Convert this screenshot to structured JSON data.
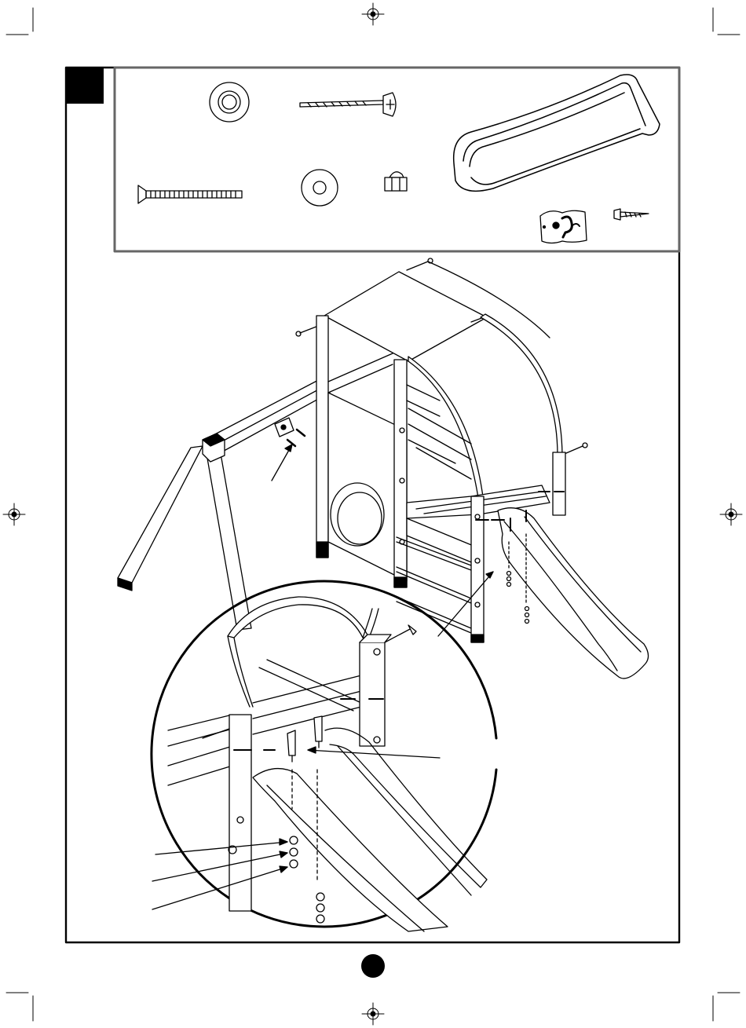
{
  "step": {
    "number": ""
  },
  "page": {
    "number": ""
  },
  "parts": [
    {
      "name": "spacer-washer"
    },
    {
      "name": "screw"
    },
    {
      "name": "slide"
    },
    {
      "name": "carriage-bolt"
    },
    {
      "name": "flat-washer"
    },
    {
      "name": "cap-nut"
    },
    {
      "name": "steering-plate"
    },
    {
      "name": "short-screw"
    }
  ],
  "colors": {
    "ink": "#000000",
    "paper": "#ffffff",
    "panel_border": "#666666"
  }
}
